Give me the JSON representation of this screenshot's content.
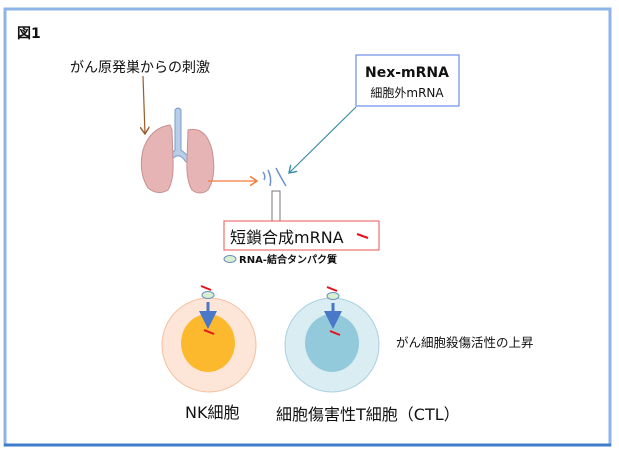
{
  "figure_label": "図1",
  "stimulus_label": "がん原発巣からの刺激",
  "nex_box": {
    "title": "Nex-mRNA",
    "subtitle": "細胞外mRNA"
  },
  "short_mrna_label": "短鎖合成mRNA",
  "legend_label": "RNA-結合タンパク質",
  "nk_label": "NK細胞",
  "ctl_label": "細胞傷害性T細胞（CTL）",
  "effect_label": "がん細胞殺傷活性の上昇",
  "colors": {
    "frame": "#8fb4e8",
    "frame_bottom": "#3f7ccc",
    "red_box": "#f07070",
    "nex_box": "#6a8ee8",
    "nk_outer": "#fde6d8",
    "nk_inner": "#fdb92e",
    "ctl_outer": "#d9edf3",
    "ctl_inner": "#93cadb",
    "mrna": "#e8101a"
  }
}
